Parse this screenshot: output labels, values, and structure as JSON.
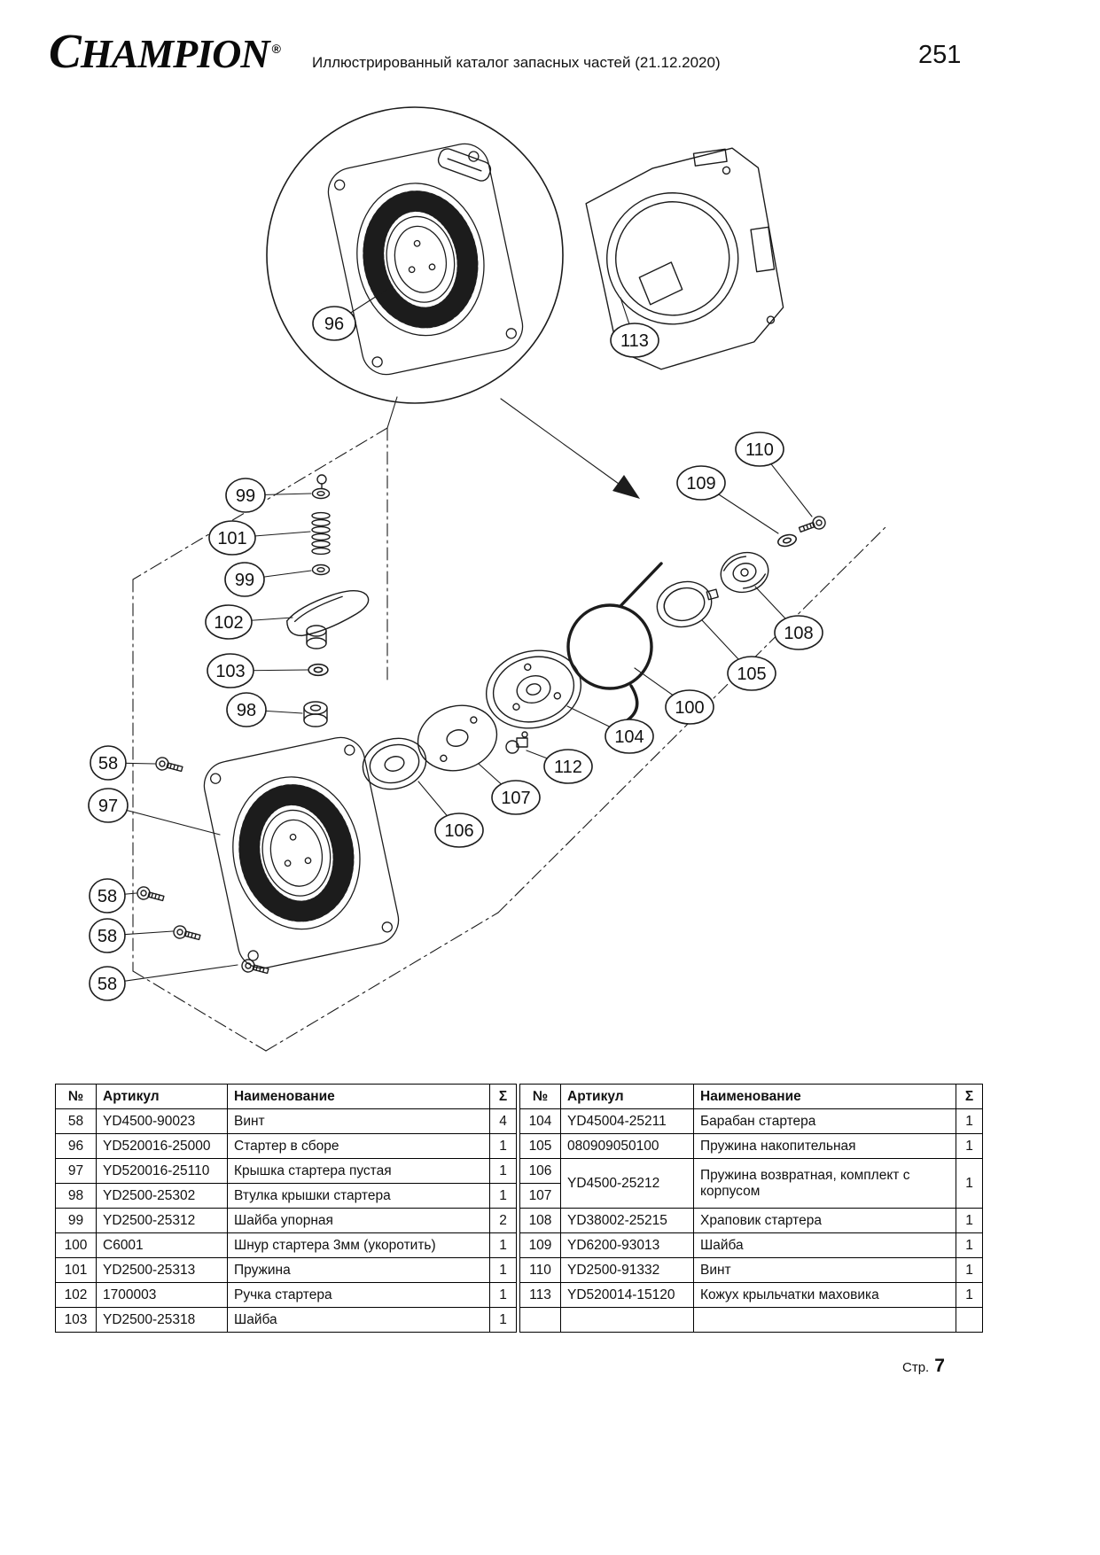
{
  "header": {
    "brand": "CHAMPION",
    "reg_mark": "®",
    "doc_title": "Иллюстрированный каталог запасных частей (21.12.2020)",
    "page_number": "251"
  },
  "diagram": {
    "callouts": {
      "c96": "96",
      "c113": "113",
      "c99_top": "99",
      "c101": "101",
      "c99_mid": "99",
      "c102": "102",
      "c103": "103",
      "c98": "98",
      "c58_1": "58",
      "c97": "97",
      "c58_2": "58",
      "c58_3": "58",
      "c58_4": "58",
      "c110": "110",
      "c109": "109",
      "c108": "108",
      "c105": "105",
      "c100": "100",
      "c104": "104",
      "c112": "112",
      "c107": "107",
      "c106": "106"
    }
  },
  "parts_table": {
    "headers": {
      "num": "№",
      "sku": "Артикул",
      "name": "Наименование",
      "qty": "Σ"
    },
    "left_rows": [
      {
        "num": "58",
        "sku": "YD4500-90023",
        "name": "Винт",
        "qty": "4"
      },
      {
        "num": "96",
        "sku": "YD520016-25000",
        "name": "Стартер в сборе",
        "qty": "1"
      },
      {
        "num": "97",
        "sku": "YD520016-25110",
        "name": "Крышка стартера пустая",
        "qty": "1"
      },
      {
        "num": "98",
        "sku": "YD2500-25302",
        "name": "Втулка крышки стартера",
        "qty": "1"
      },
      {
        "num": "99",
        "sku": "YD2500-25312",
        "name": "Шайба упорная",
        "qty": "2"
      },
      {
        "num": "100",
        "sku": "C6001",
        "name": "Шнур стартера 3мм (укоротить)",
        "qty": "1"
      },
      {
        "num": "101",
        "sku": "YD2500-25313",
        "name": "Пружина",
        "qty": "1"
      },
      {
        "num": "102",
        "sku": "1700003",
        "name": "Ручка стартера",
        "qty": "1"
      },
      {
        "num": "103",
        "sku": "YD2500-25318",
        "name": "Шайба",
        "qty": "1"
      }
    ],
    "right_rows": [
      {
        "num": "104",
        "sku": "YD45004-25211",
        "name": "Барабан стартера",
        "qty": "1"
      },
      {
        "num": "105",
        "sku": "080909050100",
        "name": "Пружина накопительная",
        "qty": "1"
      },
      {
        "num": "106",
        "sku": "YD4500-25212",
        "name": "Пружина возвратная, комплект с корпусом",
        "qty": "1"
      },
      {
        "num": "107",
        "sku": "",
        "name": "",
        "qty": ""
      },
      {
        "num": "108",
        "sku": "YD38002-25215",
        "name": "Храповик стартера",
        "qty": "1"
      },
      {
        "num": "109",
        "sku": "YD6200-93013",
        "name": "Шайба",
        "qty": "1"
      },
      {
        "num": "110",
        "sku": "YD2500-91332",
        "name": "Винт",
        "qty": "1"
      },
      {
        "num": "113",
        "sku": "YD520014-15120",
        "name": "Кожух крыльчатки маховика",
        "qty": "1"
      }
    ]
  },
  "footer": {
    "page_label": "Стр.",
    "page_value": "7"
  }
}
